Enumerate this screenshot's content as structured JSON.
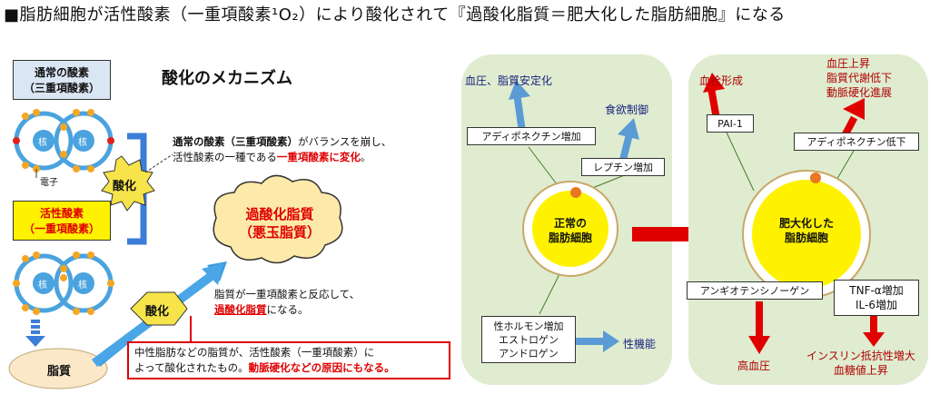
{
  "title": "■脂肪細胞が活性酸素（一重項酸素¹O₂）により酸化されて『過酸化脂質＝肥大化した脂肪細胞』になる",
  "left": {
    "heading": "酸化のメカニズム",
    "normal_oxygen_box": [
      "通常の酸素",
      "（三重項酸素）"
    ],
    "active_oxygen_box": [
      "活性酸素",
      "（一重項酸素）"
    ],
    "nucleus": "核",
    "electron": "電子",
    "oxidation_1": "酸化",
    "oxidation_2": "酸化",
    "explain_1_bold": "通常の酸素（三重項酸素）",
    "explain_1_a": "がバランスを崩し、",
    "explain_1_b": "活性酸素の一種である",
    "explain_1_red": "一重項酸素に変化",
    "explain_1_end": "。",
    "cloud": [
      "過酸化脂質",
      "（悪玉脂質）"
    ],
    "lipid": "脂質",
    "explain_2_a": "脂質が一重項酸素と反応して、",
    "explain_2_red": "過酸化脂質",
    "explain_2_b": "になる。",
    "note_a": "中性脂肪などの脂質が、活性酸素（一重項酸素）に",
    "note_b": "よって酸化されたもの。",
    "note_red": "動脈硬化などの原因にもなる。"
  },
  "mid": {
    "cell": [
      "正常の",
      "脂肪細胞"
    ],
    "box_adiponectin": "アディポネクチン増加",
    "box_leptin": "レプチン増加",
    "box_hormone": [
      "性ホルモン増加",
      "エストロゲン",
      "アンドロゲン"
    ],
    "out_bp": "血圧、脂質安定化",
    "out_appetite": "食欲制御",
    "out_sex": "性機能"
  },
  "right": {
    "cell": [
      "肥大化した",
      "脂肪細胞"
    ],
    "box_pai": "PAI-1",
    "box_adiponectin_down": "アディポネクチン低下",
    "box_angio": "アンギオテンシノーゲン",
    "box_tnf": [
      "TNF-α増加",
      "IL-6増加"
    ],
    "out_thrombus": "血栓形成",
    "out_metabolic": [
      "血圧上昇",
      "脂質代謝低下",
      "動脈硬化進展"
    ],
    "out_hypertension": "高血圧",
    "out_insulin": [
      "インスリン抵抗性増大",
      "血糖値上昇"
    ]
  },
  "colors": {
    "blue_arrow": "#5b9bd5",
    "red_arrow": "#e00000",
    "panel": "#dfecd0",
    "cloud": "#fde9a9",
    "oxid_badge": "#f6e44a"
  }
}
